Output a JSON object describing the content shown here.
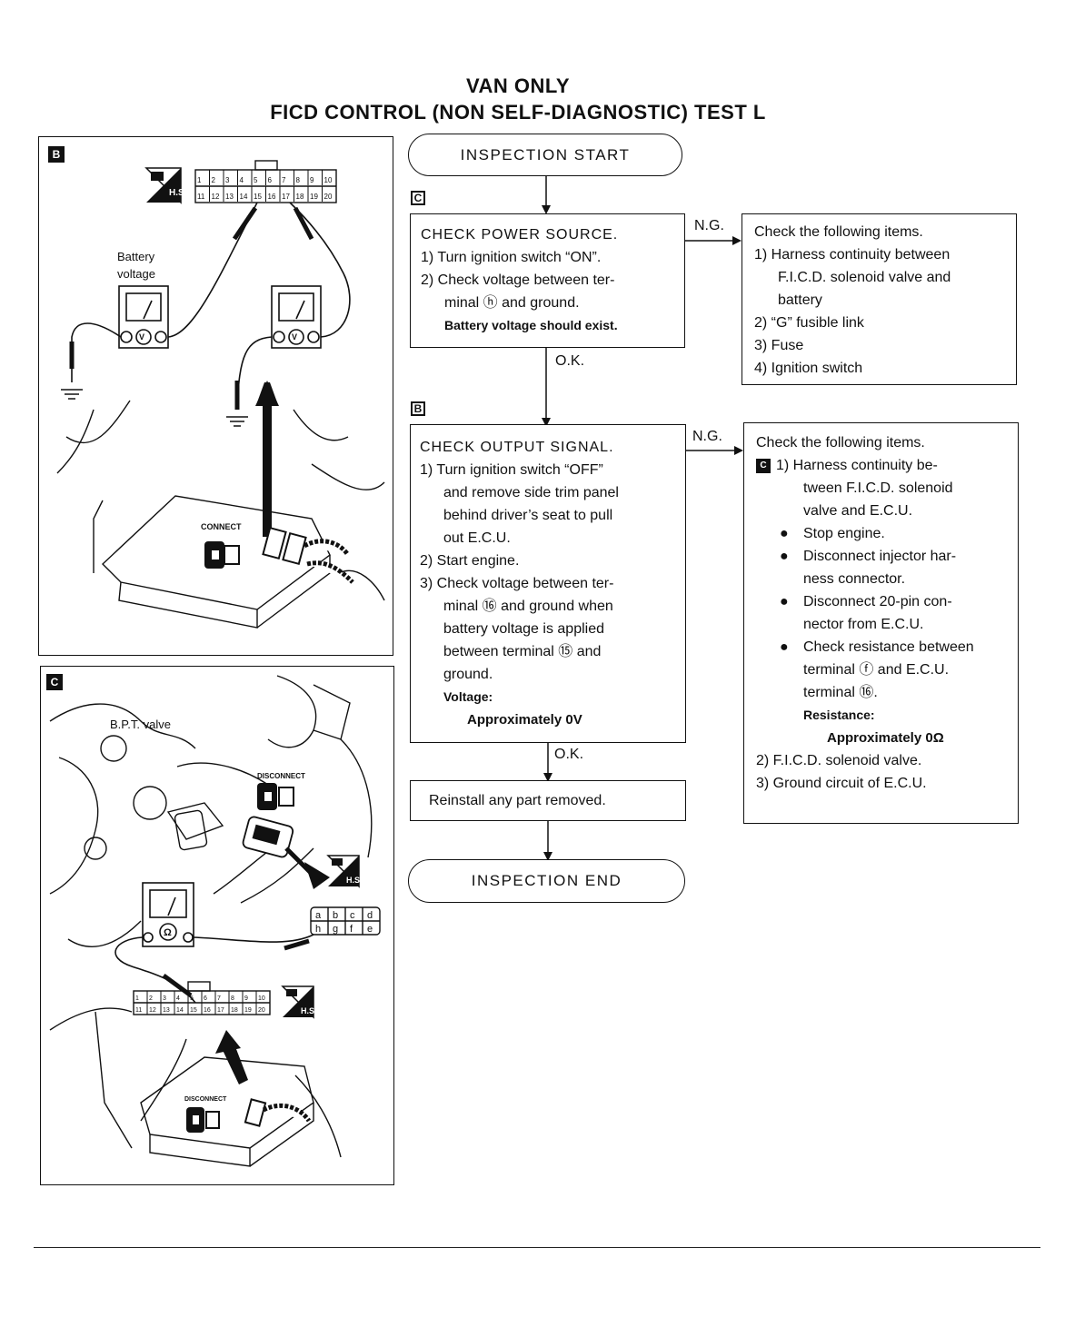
{
  "header": {
    "line1": "VAN ONLY",
    "line2": "FICD CONTROL (NON SELF-DIAGNOSTIC) TEST L"
  },
  "panels": {
    "top": {
      "badge": "B",
      "battery_label": "Battery",
      "voltage_label": "voltage",
      "connect_label": "CONNECT",
      "hs_label": "H.S.",
      "connector_pins_top": [
        "1",
        "2",
        "3",
        "4",
        "5",
        "6",
        "7",
        "8",
        "9",
        "10"
      ],
      "connector_pins_bottom": [
        "11",
        "12",
        "13",
        "14",
        "15",
        "16",
        "17",
        "18",
        "19",
        "20"
      ],
      "meter_symbol": "V"
    },
    "bottom": {
      "badge": "C",
      "bpt_label": "B.P.T. valve",
      "disconnect_label": "DISCONNECT",
      "disconnect_label2": "DISCONNECT",
      "hs_label": "H.S.",
      "hs_label2": "H.S.",
      "meter_symbol": "Ω",
      "small_conn_top": [
        "a",
        "b",
        "c",
        "d"
      ],
      "small_conn_bottom": [
        "h",
        "g",
        "f",
        "e"
      ],
      "connector_pins_top": [
        "1",
        "2",
        "3",
        "4",
        "5",
        "6",
        "7",
        "8",
        "9",
        "10"
      ],
      "connector_pins_bottom": [
        "11",
        "12",
        "13",
        "14",
        "15",
        "16",
        "17",
        "18",
        "19",
        "20"
      ]
    }
  },
  "flow": {
    "start": "INSPECTION  START",
    "step1": {
      "badge": "C",
      "lines": [
        "CHECK  POWER  SOURCE.",
        "1)  Turn ignition switch “ON”.",
        "2)  Check voltage between ter-",
        "minal  ⓗ  and ground.",
        "Battery voltage should exist."
      ]
    },
    "ng1": "N.G.",
    "ok1": "O.K.",
    "ng1_box": {
      "lines": [
        "Check the following items.",
        "1)  Harness continuity between",
        "F.I.C.D. solenoid valve and",
        "battery",
        "2)  “G” fusible link",
        "3)  Fuse",
        "4)  Ignition switch"
      ]
    },
    "step2": {
      "badge": "B",
      "lines": [
        "CHECK  OUTPUT  SIGNAL.",
        "1)  Turn ignition switch “OFF”",
        "and remove side trim panel",
        "behind driver’s seat to pull",
        "out E.C.U.",
        "2)  Start engine.",
        "3)  Check voltage between ter-",
        "minal  ⑯  and ground when",
        "battery voltage is applied",
        "between terminal  ⑮  and",
        "ground.",
        "Voltage:",
        "Approximately 0V"
      ]
    },
    "ng2": "N.G.",
    "ok2": "O.K.",
    "ng2_box": {
      "badge": "C",
      "lines": [
        "Check the following items.",
        "1)  Harness continuity be-",
        "tween F.I.C.D. solenoid",
        "valve and E.C.U.",
        "Stop engine.",
        "Disconnect injector har-",
        "ness connector.",
        "Disconnect 20-pin con-",
        "nector from E.C.U.",
        "Check resistance between",
        "terminal  ⓕ  and E.C.U.",
        "terminal  ⑯.",
        "Resistance:",
        "Approximately 0Ω",
        "2)  F.I.C.D. solenoid valve.",
        "3)  Ground circuit of E.C.U."
      ]
    },
    "step3": "Reinstall any part removed.",
    "end": "INSPECTION  END"
  }
}
